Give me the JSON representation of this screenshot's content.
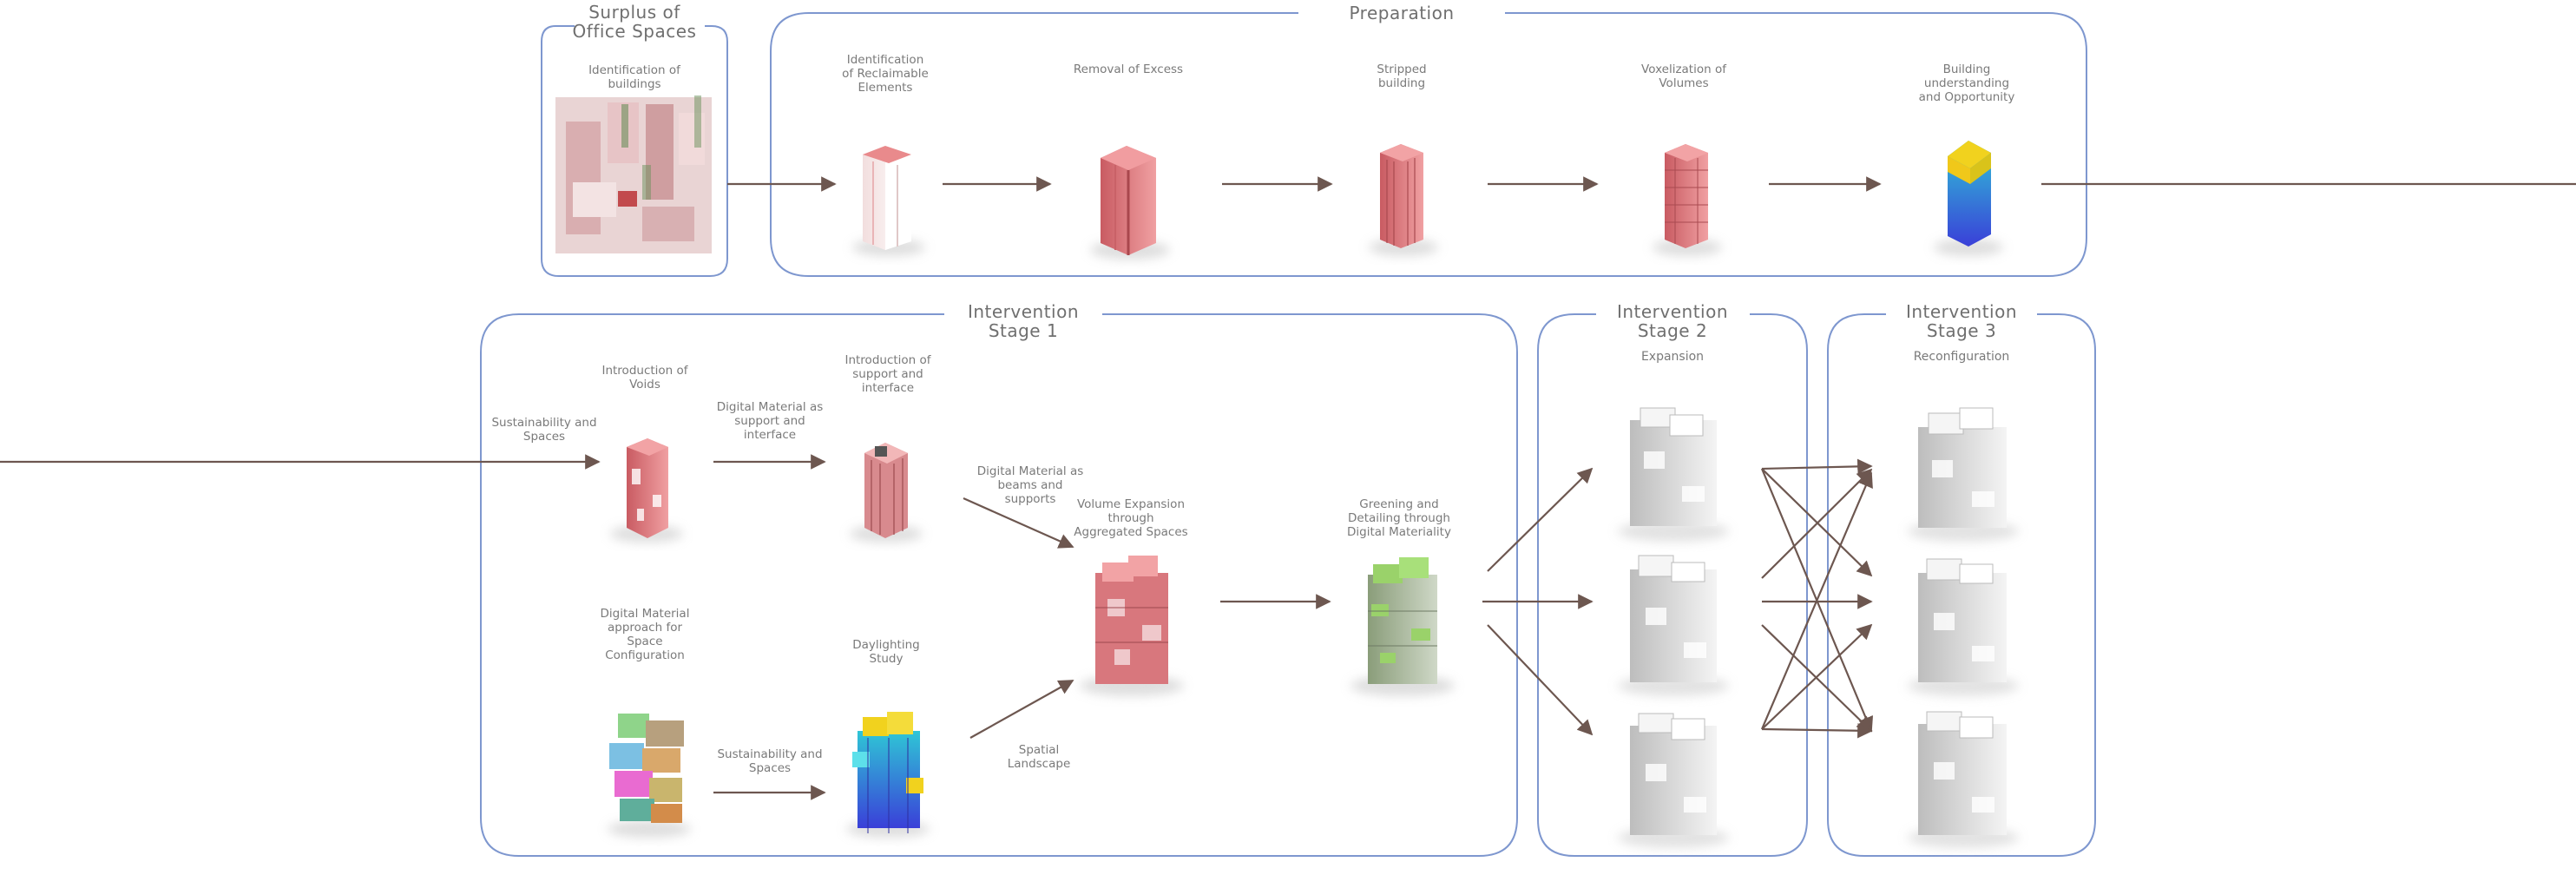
{
  "groups": {
    "surplus": {
      "title_lines": [
        "Surplus of",
        "Office Spaces"
      ]
    },
    "preparation": {
      "title_lines": [
        "Preparation"
      ]
    },
    "stage1": {
      "title_lines": [
        "Intervention",
        "Stage 1"
      ]
    },
    "stage2": {
      "title_lines": [
        "Intervention",
        "Stage 2"
      ],
      "subtitle": "Expansion"
    },
    "stage3": {
      "title_lines": [
        "Intervention",
        "Stage 3"
      ],
      "subtitle": "Reconfiguration"
    }
  },
  "steps": {
    "identification_buildings": [
      "Identification of",
      "buildings"
    ],
    "reclaimable": [
      "Identification",
      "of Reclaimable",
      "Elements"
    ],
    "removal": [
      "Removal of Excess"
    ],
    "stripped": [
      "Stripped",
      "building"
    ],
    "voxelization": [
      "Voxelization of",
      "Volumes"
    ],
    "understanding": [
      "Building",
      "understanding",
      "and Opportunity"
    ],
    "voids": [
      "Introduction of",
      "Voids"
    ],
    "support": [
      "Introduction of",
      "support and",
      "interface"
    ],
    "volume_expansion": [
      "Volume Expansion",
      "through",
      "Aggregated Spaces"
    ],
    "greening": [
      "Greening and",
      "Detailing through",
      "Digital Materiality"
    ],
    "dm_approach": [
      "Digital Material",
      "approach for",
      "Space",
      "Configuration"
    ],
    "daylighting": [
      "Daylighting",
      "Study"
    ]
  },
  "arrow_labels": {
    "sustainability_1": [
      "Sustainability and",
      "Spaces"
    ],
    "dm_support": [
      "Digital Material as",
      "support and",
      "interface"
    ],
    "dm_beams": [
      "Digital Material as",
      "beams and",
      "supports"
    ],
    "sustainability_2": [
      "Sustainability and",
      "Spaces"
    ],
    "spatial": [
      "Spatial",
      "Landscape"
    ]
  },
  "colors": {
    "frame": "#7e97cf",
    "arrow": "#6d5750",
    "pink": "#e88a8a",
    "green": "#9ad26a",
    "blue": "#3a4fd8",
    "yellow": "#f1d21e"
  }
}
